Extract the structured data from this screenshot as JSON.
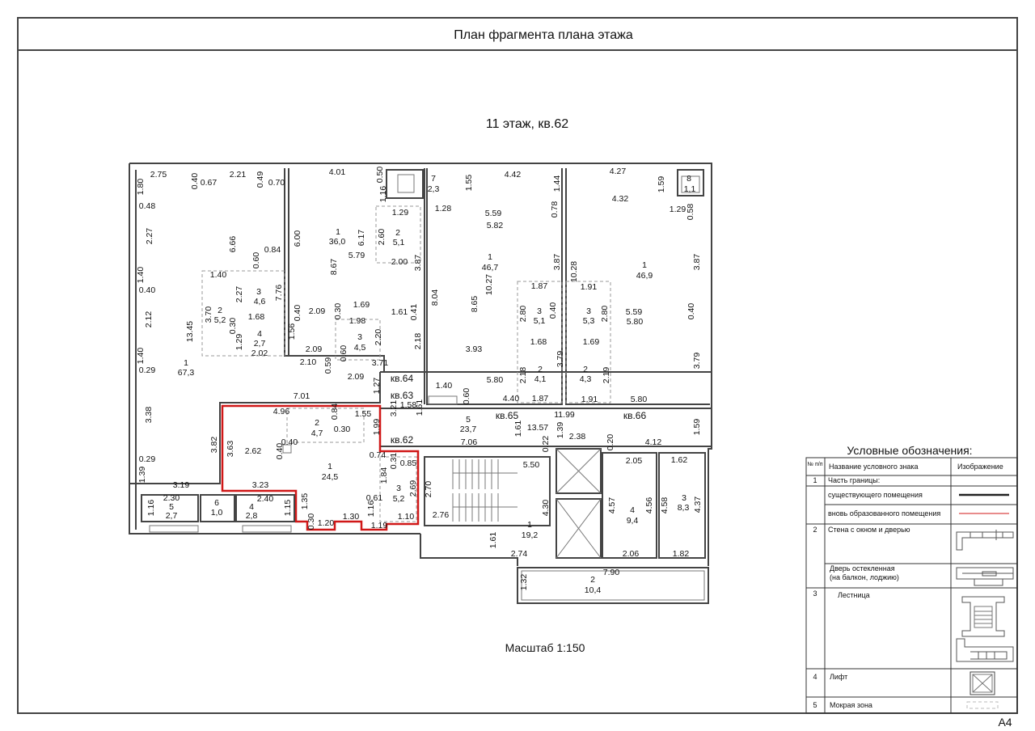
{
  "header": {
    "title": "План фрагмента плана этажа"
  },
  "plan": {
    "subtitle": "11 этаж, кв.62",
    "scale": "Масштаб 1:150",
    "labels": [
      "2.75",
      "0.40",
      "0.67",
      "2.21",
      "0.49",
      "0.70",
      "1.80",
      "0.48",
      "2.27",
      "6.66",
      "0.84",
      "0.60",
      "1.40",
      "0.40",
      "1.40",
      "2.27",
      "3",
      "4,6",
      "7.76",
      "3.70",
      "2",
      "5,2",
      "0.30",
      "1.68",
      "4",
      "2,7",
      "2.12",
      "13.45",
      "1.29",
      "2.02",
      "1.40",
      "0.29",
      "1",
      "67,3",
      "3.38",
      "0.29",
      "1.39",
      "3.19",
      "2.30",
      "1.16",
      "5",
      "2,7",
      "6",
      "1,0",
      "4",
      "2,8",
      "2.40",
      "1.15",
      "3.82",
      "3.63",
      "7.01",
      "4.01",
      "0.50",
      "1.16",
      "7",
      "2,3",
      "1.55",
      "1.29",
      "6.00",
      "1",
      "36,0",
      "6.17",
      "2.60",
      "2",
      "5,1",
      "5.79",
      "2.00",
      "3.87",
      "8.67",
      "0.40",
      "2.09",
      "0.30",
      "1.69",
      "1.98",
      "1.61",
      "0.41",
      "1.56",
      "3",
      "4,5",
      "2.20",
      "2.18",
      "2.09",
      "0.60",
      "3.71",
      "2.10",
      "0.59",
      "2.09",
      "кв.64",
      "1.27",
      "кв.63",
      "3.21",
      "1.58",
      "1.61",
      "1.99",
      "кв.62",
      "4.96",
      "0.84",
      "1.55",
      "2",
      "4,7",
      "0.30",
      "0.40",
      "2.62",
      "0.40",
      "0.74",
      "0.31",
      "0.85",
      "1",
      "24,5",
      "1.84",
      "3.23",
      "3",
      "5,2",
      "2.69",
      "0.61",
      "1.35",
      "1.16",
      "0.30",
      "1.20",
      "1.30",
      "1.10",
      "1.19",
      "4.42",
      "1.44",
      "1.28",
      "5.59",
      "5.82",
      "0.78",
      "1",
      "46,7",
      "3.87",
      "10.27",
      "8.04",
      "8.65",
      "1.87",
      "2.80",
      "3",
      "5,1",
      "0.40",
      "1.68",
      "3.93",
      "3.79",
      "2.18",
      "2",
      "4,1",
      "1.40",
      "5.80",
      "0.60",
      "4.40",
      "1.87",
      "4.27",
      "1.59",
      "8",
      "1,1",
      "4.32",
      "1.29",
      "0.58",
      "10.28",
      "1",
      "46,9",
      "3.87",
      "1.91",
      "3",
      "5,3",
      "2.80",
      "5.59",
      "5.80",
      "0.40",
      "1.69",
      "3.79",
      "2",
      "4,3",
      "2.19",
      "1.91",
      "5.80",
      "кв.65",
      "11.99",
      "кв.66",
      "5",
      "23,7",
      "1.61",
      "13.57",
      "1.39",
      "1.59",
      "7.06",
      "0.22",
      "2.38",
      "0.20",
      "4.12",
      "5.50",
      "2.70",
      "2.05",
      "1.62",
      "2.76",
      "4.30",
      "4.57",
      "4",
      "9,4",
      "4.56",
      "4.58",
      "3",
      "8,3",
      "4.37",
      "1",
      "19,2",
      "1.61",
      "2.74",
      "2.06",
      "1.82",
      "7.90",
      "1.32",
      "2",
      "10,4"
    ]
  },
  "legend": {
    "title": "Условные обозначения:",
    "col_num": "№ п/п",
    "col_name": "Название условного знака",
    "col_image": "Изображение",
    "rows": [
      {
        "num": "1",
        "name": "Часть границы:"
      },
      {
        "num": "",
        "name": "существующего помещения"
      },
      {
        "num": "",
        "name": "вновь образованного помещения"
      },
      {
        "num": "2",
        "name": "Стена с окном и дверью"
      },
      {
        "num": "",
        "name": "Дверь остекленная",
        "name2": "(на балкон, лоджию)"
      },
      {
        "num": "3",
        "name": "Лестница"
      },
      {
        "num": "4",
        "name": "Лифт"
      },
      {
        "num": "5",
        "name": "Мокрая зона"
      }
    ],
    "colors": {
      "existing": "#222222",
      "new": "#d01818"
    }
  },
  "footer": {
    "format": "A4"
  }
}
